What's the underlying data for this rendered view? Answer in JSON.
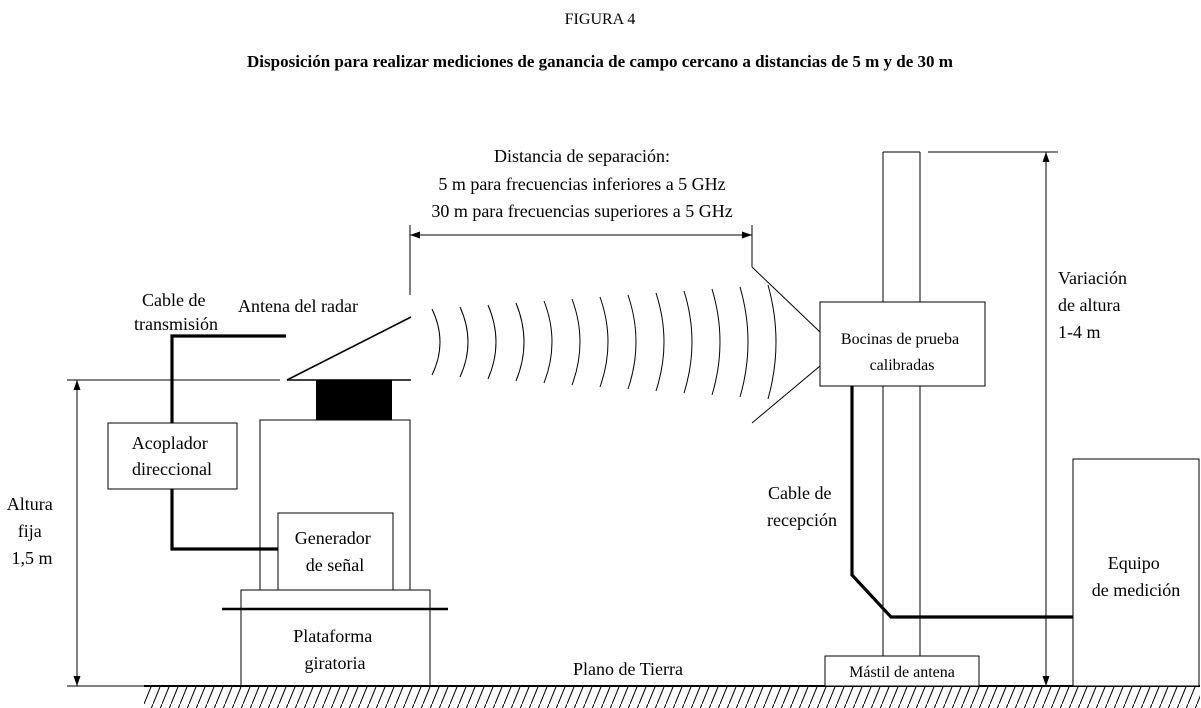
{
  "figure": {
    "label": "FIGURA 4",
    "title": "Disposición para realizar mediciones de ganancia de campo cercano a distancias de 5 m y de 30 m"
  },
  "separation": {
    "line1": "Distancia de separación:",
    "line2": "5 m para frecuencias inferiores a 5 GHz",
    "line3": "30 m para frecuencias superiores a 5 GHz"
  },
  "labels": {
    "tx_cable": [
      "Cable de",
      "transmisión"
    ],
    "radar_antenna": "Antena del radar",
    "coupler": [
      "Acoplador",
      "direccional"
    ],
    "fixed_height": [
      "Altura",
      "fija",
      "1,5 m"
    ],
    "generator": [
      "Generador",
      "de señal"
    ],
    "platform": [
      "Plataforma",
      "giratoria"
    ],
    "ground_plane": "Plano de Tierra",
    "test_horns": [
      "Bocinas de prueba",
      "calibradas"
    ],
    "height_variation": [
      "Variación",
      "de altura",
      "1-4 m"
    ],
    "rx_cable": [
      "Cable de",
      "recepción"
    ],
    "mast": "Mástil de antena",
    "measurement": [
      "Equipo",
      "de medición"
    ]
  }
}
